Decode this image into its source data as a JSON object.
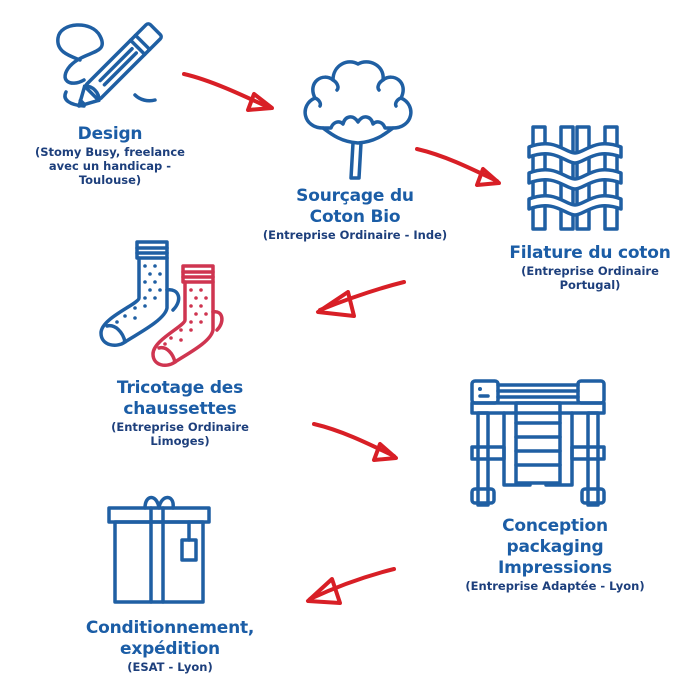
{
  "diagram": {
    "type": "process-flow",
    "colors": {
      "primary": "#1b5da6",
      "secondary": "#1d3f7c",
      "arrow": "#d81f26",
      "accent_sock": "#cf3550"
    },
    "steps": [
      {
        "icon": "pencil-icon",
        "title": "Design",
        "subtitle": "(Stomy Busy, freelance avec un handicap - Toulouse)",
        "sub_lines": [
          "(Stomy Busy, freelance",
          "avec un handicap -",
          "Toulouse)"
        ]
      },
      {
        "icon": "cotton-plant-icon",
        "title": "Sourçage du Coton Bio",
        "title_lines": [
          "Sourçage du",
          "Coton Bio"
        ],
        "subtitle": "(Entreprise Ordinaire - Inde)"
      },
      {
        "icon": "weave-icon",
        "title": "Filature du coton",
        "sub_lines": [
          "(Entreprise Ordinaire",
          "Portugal)"
        ]
      },
      {
        "icon": "socks-icon",
        "title_lines": [
          "Tricotage des",
          "chaussettes"
        ],
        "sub_lines": [
          "(Entreprise Ordinaire",
          "Limoges)"
        ]
      },
      {
        "icon": "printer-icon",
        "title_lines": [
          "Conception",
          "packaging",
          "Impressions"
        ],
        "subtitle": "(Entreprise Adaptée - Lyon)"
      },
      {
        "icon": "gift-box-icon",
        "title_lines": [
          "Conditionnement,",
          "expédition"
        ],
        "subtitle": "(ESAT - Lyon)"
      }
    ],
    "arrows": [
      {
        "from": "Design",
        "to": "Sourçage du Coton Bio",
        "direction": "right-down"
      },
      {
        "from": "Sourçage du Coton Bio",
        "to": "Filature du coton",
        "direction": "right-down"
      },
      {
        "from": "Filature du coton",
        "to": "Tricotage des chaussettes",
        "direction": "left-down"
      },
      {
        "from": "Tricotage des chaussettes",
        "to": "Conception packaging Impressions",
        "direction": "right-down"
      },
      {
        "from": "Conception packaging Impressions",
        "to": "Conditionnement, expédition",
        "direction": "left-down"
      }
    ]
  }
}
